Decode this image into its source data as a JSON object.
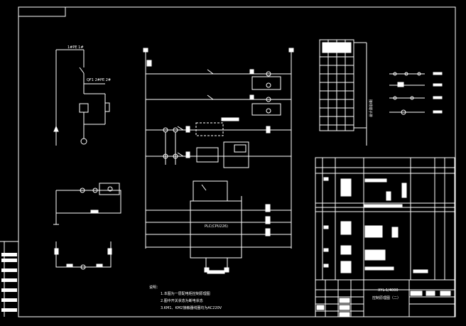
{
  "control_diagram": {
    "left_small_label": "1#PE 1#",
    "left_small_label2": "QF1 2#PE 2#",
    "cpu_block_label": "PLC(CPU226)",
    "notes_heading": "说明：",
    "notes": [
      "1.本图为一层配电柜控制原理图",
      "2.图中开关状态为断电状态",
      "3.KM1、KM2接触器线圈均为AC220V"
    ]
  },
  "title_block": {
    "title_line1": "XYL-1/4000",
    "title_line2": "控制原理图（二）"
  },
  "right_vertical_note": "接线端子排",
  "colors": {
    "line": "#ffffff",
    "accent": "#ffff66",
    "background": "#000000"
  }
}
